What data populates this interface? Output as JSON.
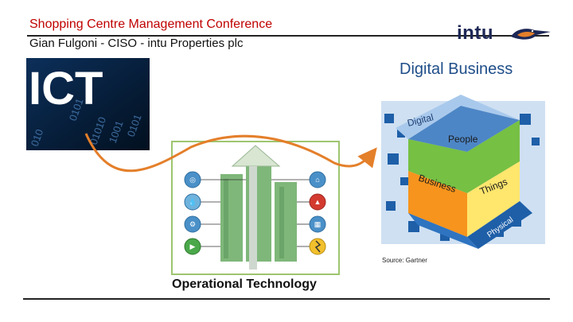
{
  "header": {
    "title": "Shopping Centre Management Conference",
    "subtitle": "Gian Fulgoni - CISO - intu Properties plc"
  },
  "logo": {
    "text": "intu",
    "icon": "bird-icon"
  },
  "ict": {
    "label": "ICT"
  },
  "operational": {
    "caption": "Operational Technology"
  },
  "digital": {
    "title": "Digital Business",
    "faces": {
      "top": "Digital",
      "people": "People",
      "business": "Business",
      "things": "Things",
      "physical": "Physical"
    },
    "source": "Source: Gartner"
  },
  "colors": {
    "title_red": "#c00000",
    "logo_navy": "#1d2856",
    "arrow_orange": "#e47f2a",
    "ot_border": "#9ec56f",
    "people_green": "#76c043",
    "business_orange": "#f7941d",
    "things_yellow": "#ffe66d",
    "cube_blue": "#1e5fa8"
  }
}
